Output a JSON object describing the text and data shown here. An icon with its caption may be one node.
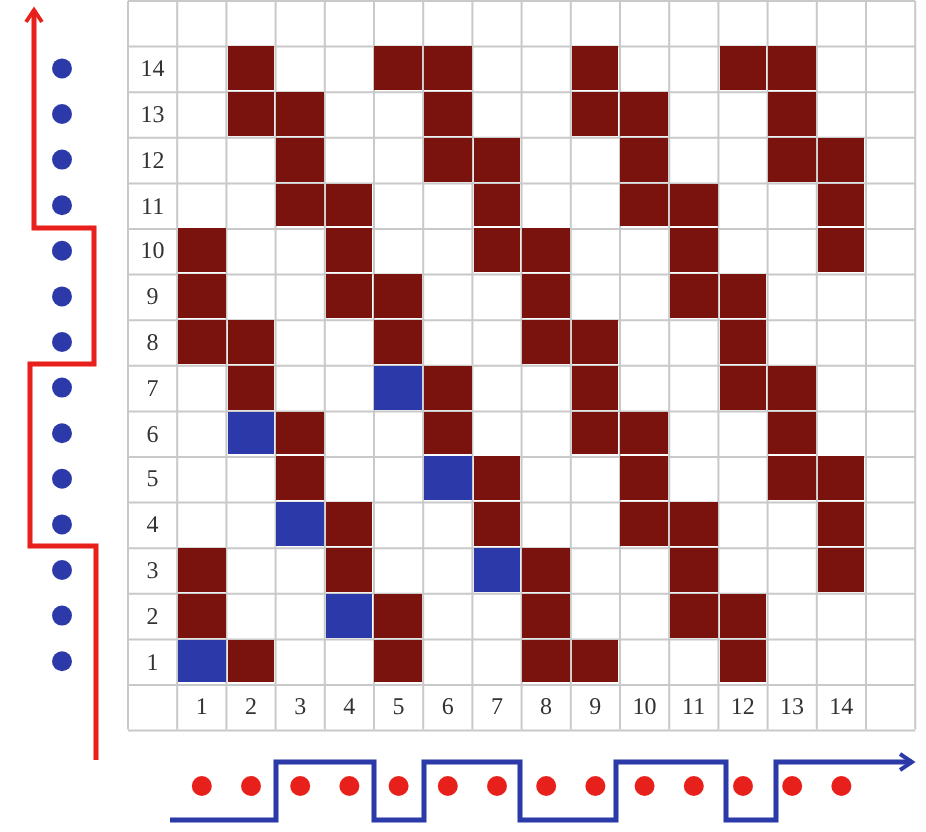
{
  "diagram": {
    "labels": [
      "14",
      "13",
      "12",
      "11",
      "10",
      "9",
      "8",
      "7",
      "6",
      "5",
      "4",
      "3",
      "2",
      "1",
      "1",
      "2",
      "3",
      "4",
      "5",
      "6",
      "7",
      "8",
      "9",
      "10",
      "11",
      "12",
      "13",
      "14"
    ]
  }
}
